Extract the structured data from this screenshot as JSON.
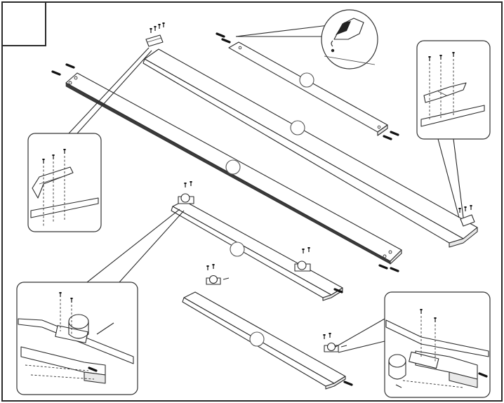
{
  "diagram": {
    "step_number": "",
    "part_labels": [
      "",
      "",
      "",
      "",
      "",
      ""
    ],
    "callouts": [
      {
        "name": "glue-callout",
        "icon": "glue-bottle-icon"
      },
      {
        "name": "bracket-callout-left",
        "icon": "metal-bracket-icon"
      },
      {
        "name": "bracket-callout-right",
        "icon": "metal-bracket-icon"
      },
      {
        "name": "caster-callout-left",
        "icon": "caster-wheel-icon"
      },
      {
        "name": "caster-callout-right",
        "icon": "caster-wheel-icon"
      }
    ],
    "colors": {
      "line": "#2a2a2a",
      "panel_edge": "#3a3a3a",
      "background": "#ffffff"
    }
  }
}
